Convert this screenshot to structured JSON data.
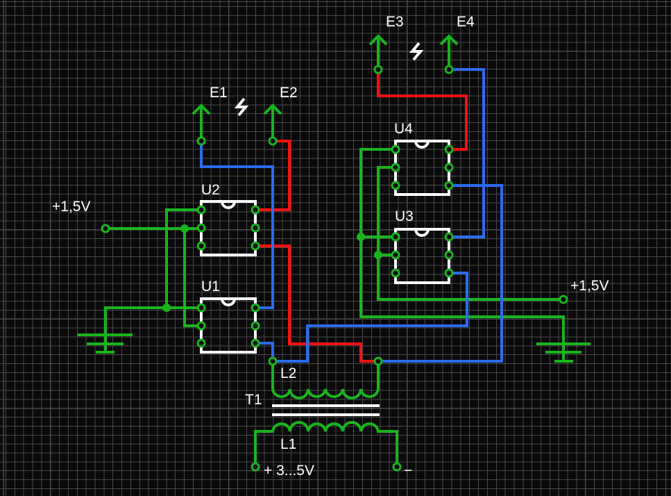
{
  "colors": {
    "ground_supply_wire": "#17b51c",
    "red_wire": "#ff1010",
    "blue_wire": "#2a6cf0",
    "component": "#ffffff",
    "background": "#0a0a0a",
    "grid": "#4a4a4a"
  },
  "components": {
    "u1": "U1",
    "u2": "U2",
    "u3": "U3",
    "u4": "U4",
    "t1": "T1",
    "l1": "L1",
    "l2": "L2"
  },
  "electrodes": {
    "e1": "E1",
    "e2": "E2",
    "e3": "E3",
    "e4": "E4"
  },
  "supplies": {
    "left": "+1,5V",
    "right": "+1,5V",
    "input_plus": "+ 3...5V",
    "input_minus": "−"
  },
  "icons": [
    "lightning-icon",
    "ground-icon",
    "arrow-up-icon"
  ]
}
